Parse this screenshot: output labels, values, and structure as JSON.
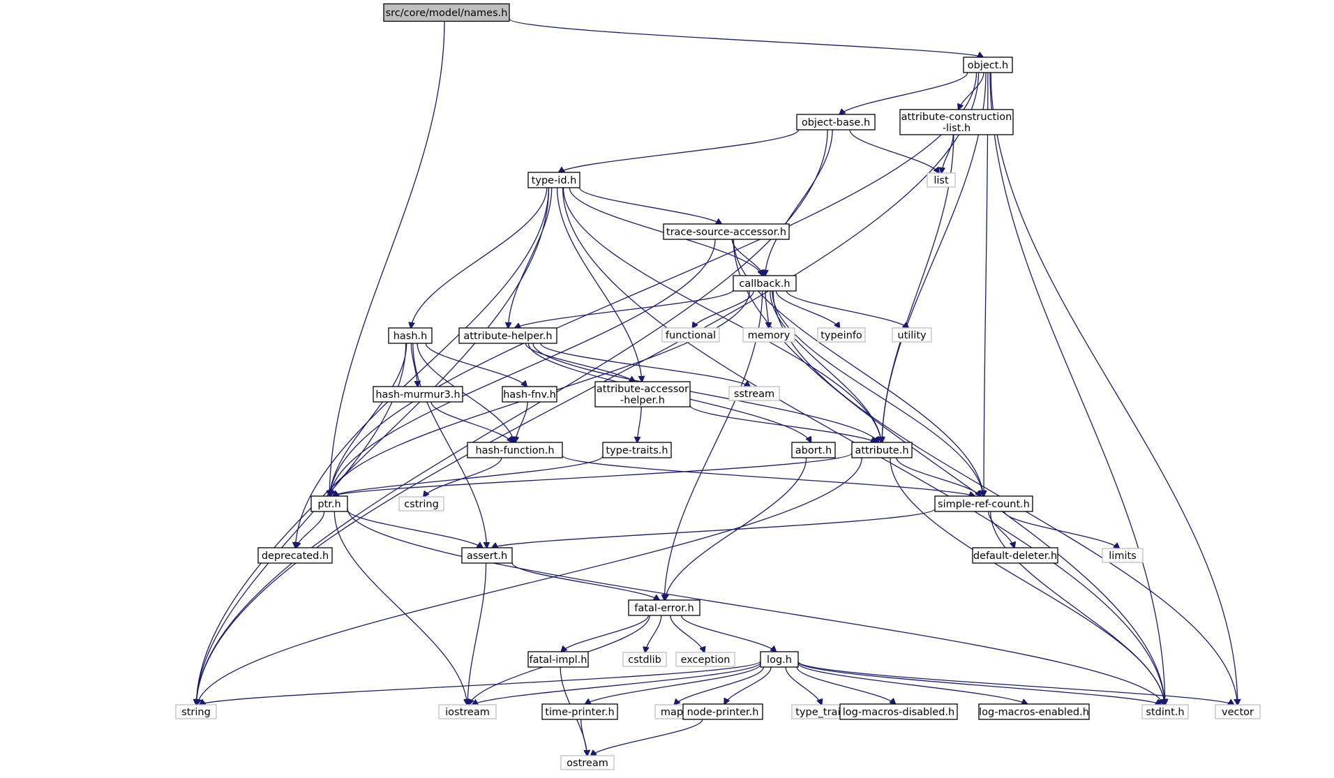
{
  "diagram": {
    "colors": {
      "edge": "#191970",
      "root_fill": "#bfbfbf",
      "node_border": "#000000",
      "system_border": "#bfbfbf",
      "background": "#ffffff"
    },
    "nodes": [
      {
        "id": "names",
        "label": "src/core/model/names.h",
        "kind": "root"
      },
      {
        "id": "object",
        "label": "object.h",
        "kind": "local"
      },
      {
        "id": "objbase",
        "label": "object-base.h",
        "kind": "local"
      },
      {
        "id": "acl",
        "label": "attribute-construction\n-list.h",
        "kind": "local"
      },
      {
        "id": "list",
        "label": "list",
        "kind": "system"
      },
      {
        "id": "typeid",
        "label": "type-id.h",
        "kind": "local"
      },
      {
        "id": "tsa",
        "label": "trace-source-accessor.h",
        "kind": "local"
      },
      {
        "id": "callback",
        "label": "callback.h",
        "kind": "local"
      },
      {
        "id": "functional",
        "label": "functional",
        "kind": "system"
      },
      {
        "id": "memory",
        "label": "memory",
        "kind": "system"
      },
      {
        "id": "typeinfo",
        "label": "typeinfo",
        "kind": "system"
      },
      {
        "id": "utility",
        "label": "utility",
        "kind": "system"
      },
      {
        "id": "hash",
        "label": "hash.h",
        "kind": "local"
      },
      {
        "id": "ahelper",
        "label": "attribute-helper.h",
        "kind": "local"
      },
      {
        "id": "sstream",
        "label": "sstream",
        "kind": "system"
      },
      {
        "id": "murmur",
        "label": "hash-murmur3.h",
        "kind": "local"
      },
      {
        "id": "fnv",
        "label": "hash-fnv.h",
        "kind": "local"
      },
      {
        "id": "aah",
        "label": "attribute-accessor\n-helper.h",
        "kind": "local"
      },
      {
        "id": "hashfn",
        "label": "hash-function.h",
        "kind": "local"
      },
      {
        "id": "typetraits",
        "label": "type-traits.h",
        "kind": "local"
      },
      {
        "id": "abort",
        "label": "abort.h",
        "kind": "local"
      },
      {
        "id": "attribute",
        "label": "attribute.h",
        "kind": "local"
      },
      {
        "id": "ptr",
        "label": "ptr.h",
        "kind": "local"
      },
      {
        "id": "cstring",
        "label": "cstring",
        "kind": "system"
      },
      {
        "id": "src",
        "label": "simple-ref-count.h",
        "kind": "local"
      },
      {
        "id": "deprecated",
        "label": "deprecated.h",
        "kind": "local"
      },
      {
        "id": "assert",
        "label": "assert.h",
        "kind": "local"
      },
      {
        "id": "deleter",
        "label": "default-deleter.h",
        "kind": "local"
      },
      {
        "id": "limits",
        "label": "limits",
        "kind": "system"
      },
      {
        "id": "fatal",
        "label": "fatal-error.h",
        "kind": "local"
      },
      {
        "id": "fimpl",
        "label": "fatal-impl.h",
        "kind": "local"
      },
      {
        "id": "cstdlib",
        "label": "cstdlib",
        "kind": "system"
      },
      {
        "id": "exception",
        "label": "exception",
        "kind": "system"
      },
      {
        "id": "log",
        "label": "log.h",
        "kind": "local"
      },
      {
        "id": "string",
        "label": "string",
        "kind": "system"
      },
      {
        "id": "iostream",
        "label": "iostream",
        "kind": "system"
      },
      {
        "id": "timep",
        "label": "time-printer.h",
        "kind": "local"
      },
      {
        "id": "map",
        "label": "map",
        "kind": "system"
      },
      {
        "id": "nodep",
        "label": "node-printer.h",
        "kind": "local"
      },
      {
        "id": "type_traits",
        "label": "type_traits",
        "kind": "system"
      },
      {
        "id": "lmd",
        "label": "log-macros-disabled.h",
        "kind": "local"
      },
      {
        "id": "lme",
        "label": "log-macros-enabled.h",
        "kind": "local"
      },
      {
        "id": "stdint",
        "label": "stdint.h",
        "kind": "system"
      },
      {
        "id": "vector",
        "label": "vector",
        "kind": "system"
      },
      {
        "id": "ostream",
        "label": "ostream",
        "kind": "system"
      }
    ],
    "edges": [
      [
        "names",
        "object"
      ],
      [
        "names",
        "ptr"
      ],
      [
        "object",
        "objbase"
      ],
      [
        "object",
        "acl"
      ],
      [
        "object",
        "attribute"
      ],
      [
        "object",
        "src"
      ],
      [
        "object",
        "string"
      ],
      [
        "object",
        "ptr"
      ],
      [
        "object",
        "stdint"
      ],
      [
        "object",
        "vector"
      ],
      [
        "objbase",
        "typeid"
      ],
      [
        "objbase",
        "callback"
      ],
      [
        "objbase",
        "list"
      ],
      [
        "objbase",
        "string"
      ],
      [
        "acl",
        "list"
      ],
      [
        "acl",
        "attribute"
      ],
      [
        "typeid",
        "tsa"
      ],
      [
        "typeid",
        "callback"
      ],
      [
        "typeid",
        "hash"
      ],
      [
        "typeid",
        "ahelper"
      ],
      [
        "typeid",
        "aah"
      ],
      [
        "typeid",
        "attribute"
      ],
      [
        "typeid",
        "deprecated"
      ],
      [
        "typeid",
        "string"
      ],
      [
        "typeid",
        "stdint"
      ],
      [
        "tsa",
        "callback"
      ],
      [
        "tsa",
        "ptr"
      ],
      [
        "tsa",
        "src"
      ],
      [
        "tsa",
        "stdint"
      ],
      [
        "callback",
        "ahelper"
      ],
      [
        "callback",
        "ptr"
      ],
      [
        "callback",
        "functional"
      ],
      [
        "callback",
        "memory"
      ],
      [
        "callback",
        "typeinfo"
      ],
      [
        "callback",
        "utility"
      ],
      [
        "callback",
        "attribute"
      ],
      [
        "callback",
        "src"
      ],
      [
        "callback",
        "fatal"
      ],
      [
        "callback",
        "vector"
      ],
      [
        "hash",
        "murmur"
      ],
      [
        "hash",
        "fnv"
      ],
      [
        "hash",
        "hashfn"
      ],
      [
        "hash",
        "ptr"
      ],
      [
        "hash",
        "assert"
      ],
      [
        "hash",
        "string"
      ],
      [
        "ahelper",
        "aah"
      ],
      [
        "ahelper",
        "abort"
      ],
      [
        "ahelper",
        "attribute"
      ],
      [
        "ahelper",
        "sstream"
      ],
      [
        "murmur",
        "hashfn"
      ],
      [
        "fnv",
        "hashfn"
      ],
      [
        "aah",
        "typetraits"
      ],
      [
        "aah",
        "attribute"
      ],
      [
        "hashfn",
        "cstring"
      ],
      [
        "hashfn",
        "src"
      ],
      [
        "typetraits",
        "ptr"
      ],
      [
        "abort",
        "fatal"
      ],
      [
        "attribute",
        "ptr"
      ],
      [
        "attribute",
        "src"
      ],
      [
        "attribute",
        "string"
      ],
      [
        "attribute",
        "stdint"
      ],
      [
        "ptr",
        "deprecated"
      ],
      [
        "ptr",
        "assert"
      ],
      [
        "ptr",
        "iostream"
      ],
      [
        "ptr",
        "stdint"
      ],
      [
        "src",
        "assert"
      ],
      [
        "src",
        "deleter"
      ],
      [
        "src",
        "limits"
      ],
      [
        "src",
        "stdint"
      ],
      [
        "assert",
        "fatal"
      ],
      [
        "assert",
        "iostream"
      ],
      [
        "fatal",
        "fimpl"
      ],
      [
        "fatal",
        "cstdlib"
      ],
      [
        "fatal",
        "exception"
      ],
      [
        "fatal",
        "log"
      ],
      [
        "fatal",
        "iostream"
      ],
      [
        "fimpl",
        "ostream"
      ],
      [
        "log",
        "string"
      ],
      [
        "log",
        "iostream"
      ],
      [
        "log",
        "timep"
      ],
      [
        "log",
        "map"
      ],
      [
        "log",
        "nodep"
      ],
      [
        "log",
        "type_traits"
      ],
      [
        "log",
        "lmd"
      ],
      [
        "log",
        "lme"
      ],
      [
        "log",
        "stdint"
      ],
      [
        "log",
        "vector"
      ],
      [
        "timep",
        "ostream"
      ],
      [
        "nodep",
        "ostream"
      ]
    ]
  }
}
